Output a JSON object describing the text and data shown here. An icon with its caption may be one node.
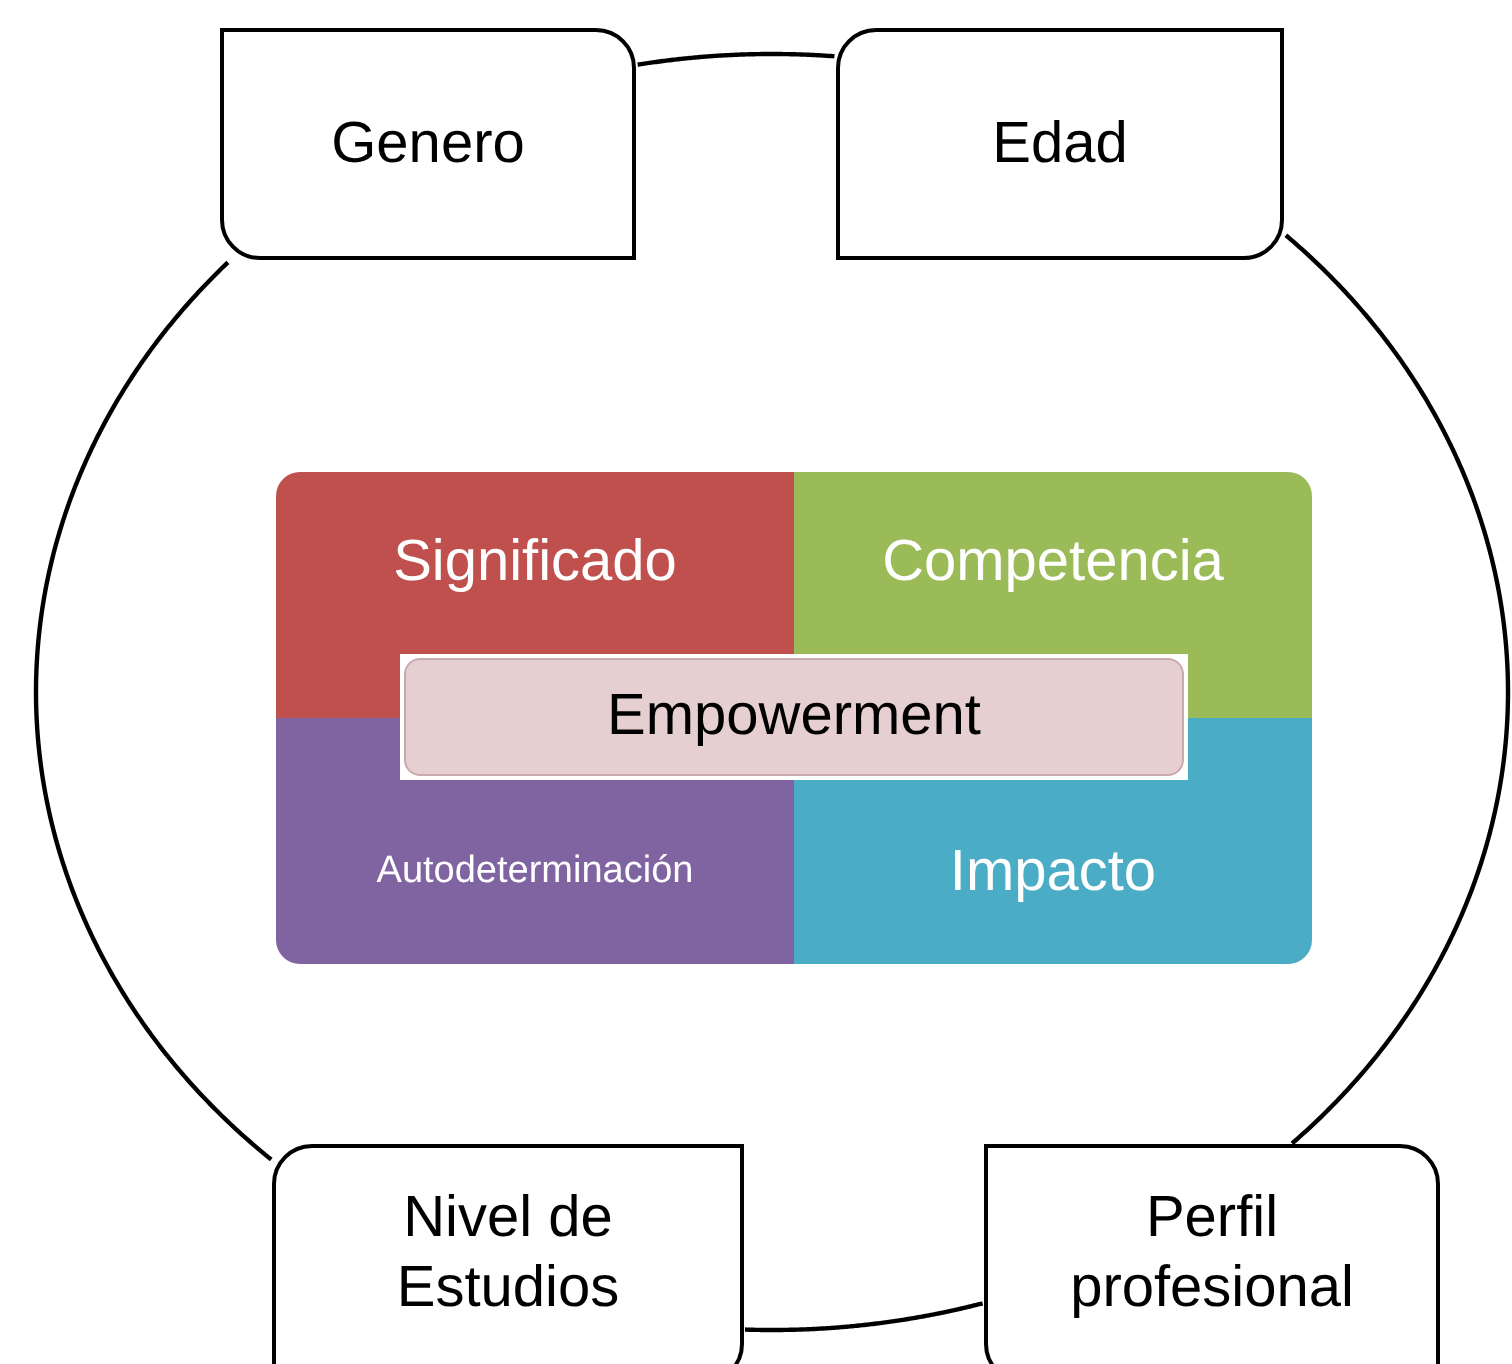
{
  "diagram": {
    "nodes": [
      {
        "text": [
          "Genero"
        ]
      },
      {
        "text": [
          "Edad"
        ]
      },
      {
        "text": [
          "Significado"
        ]
      },
      {
        "text": [
          "Competencia"
        ]
      },
      {
        "text": [
          "Empowerment"
        ]
      },
      {
        "text": [
          "Autodeterminación"
        ]
      },
      {
        "text": [
          "Impacto"
        ]
      },
      {
        "text": [
          "Nivel de Estudios"
        ]
      },
      {
        "text": [
          "Perfil profesional"
        ]
      }
    ],
    "edges": [
      {
        "from": 0,
        "to": 1,
        "arrow": "none"
      },
      {
        "from": 1,
        "to": 8,
        "arrow": "none"
      },
      {
        "from": 8,
        "to": 7,
        "arrow": "none"
      },
      {
        "from": 7,
        "to": 0,
        "arrow": "none"
      }
    ]
  }
}
